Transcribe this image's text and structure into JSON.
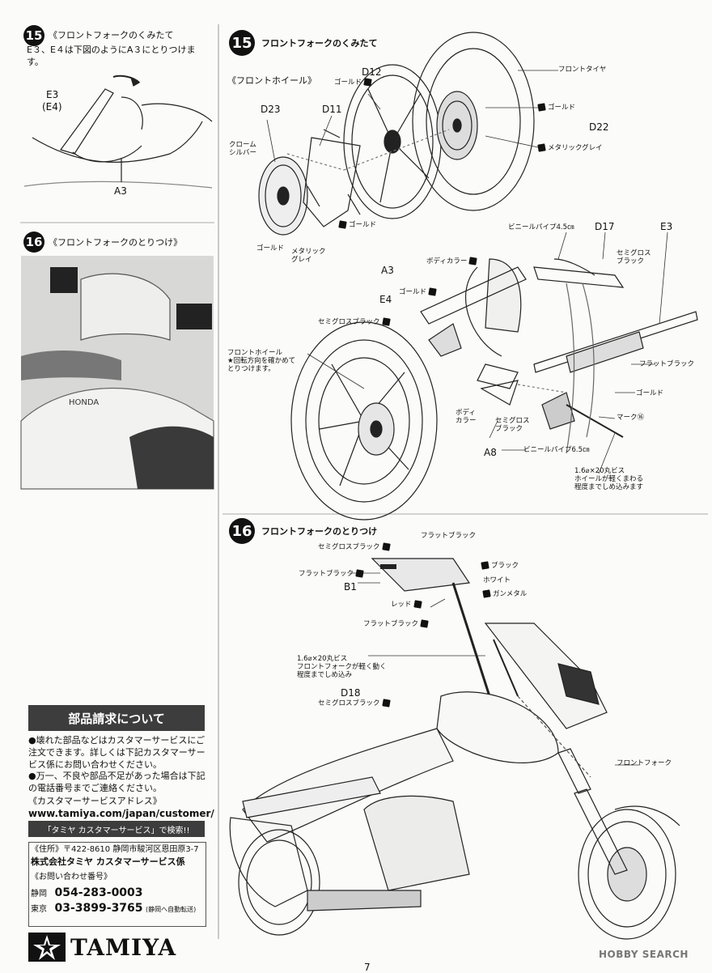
{
  "left_step15": {
    "number": "15",
    "title": "《フロントフォークのくみたて",
    "instruction": "E３、E４は下図のようにA３にとりつけます。",
    "labels": {
      "e3": "E3",
      "e4": "(E4)",
      "a3": "A3"
    }
  },
  "left_step16": {
    "number": "16",
    "title": "《フロントフォークのとりつけ》"
  },
  "step15": {
    "number": "15",
    "title": "フロントフォークのくみたて",
    "subtitle": "《フロントホイール》",
    "labels": {
      "d12": "D12",
      "gold_d12": "ゴールド",
      "front_tire": "フロントタイヤ",
      "d23": "D23",
      "d11": "D11",
      "gold_right": "ゴールド",
      "d22": "D22",
      "metallic_grey_right": "メタリックグレイ",
      "chrome_silver": "クローム\nシルバー",
      "gold_low": "ゴールド",
      "gold_bottom": "ゴールド",
      "metallic_grey_bottom": "メタリック\nグレイ",
      "vinyl_pipe_45": "ビニールパイプ4.5㎝",
      "d17": "D17",
      "e3": "E3",
      "semigloss_black_top": "セミグロス\nブラック",
      "body_color_top": "ボディカラー",
      "a3": "A3",
      "e4": "E4",
      "gold_e4": "ゴールド",
      "semigloss_black_mid": "セミグロスブラック",
      "front_wheel_note": "フロントホイール\n★回転方向を確かめて\nとりつけます。",
      "flat_black": "フラットブラック",
      "gold_fork": "ゴールド",
      "mark16": "マーク⑯",
      "body_color_low": "ボディ\nカラー",
      "semigloss_black_low": "セミグロス\nブラック",
      "a8": "A8",
      "vinyl_pipe_65": "ビニールパイプ6.5㎝",
      "screw_note": "1.6⌀×20丸ビス\nホイールが軽くまわる\n程度までしめ込みます"
    }
  },
  "step16": {
    "number": "16",
    "title": "フロントフォークのとりつけ",
    "labels": {
      "flat_black_top": "フラットブラック",
      "semigloss_black": "セミグロスブラック",
      "black": "ブラック",
      "flat_black_left": "フラットブラック",
      "white": "ホワイト",
      "b1": "B1",
      "gunmetal": "ガンメタル",
      "red": "レッド",
      "flat_black_low": "フラットブラック",
      "screw_note": "1.6⌀×20丸ビス\nフロントフォークが軽く動く\n程度までしめ込み",
      "d18": "D18",
      "semigloss_black_d18": "セミグロスブラック",
      "front_fork": "フロントフォーク"
    }
  },
  "parts_service": {
    "heading": "部品請求について",
    "bullet1": "●壊れた部品などはカスタマーサービスにご注文できます。詳しくは下記カスタマーサービス係にお問い合わせください。",
    "bullet2": "●万一、不良や部品不足があった場合は下記の電話番号までご連絡ください。",
    "address_label": "《カスタマーサービスアドレス》",
    "url": "www.tamiya.com/japan/customer/",
    "search_note": "「タミヤ カスタマーサービス」で検索!!",
    "address_title": "《住所》",
    "address": "〒422-8610 静岡市駿河区恩田原3-7",
    "company": "株式会社タミヤ カスタマーサービス係",
    "phone_title": "《お問い合わせ番号》",
    "shizuoka_label": "静岡",
    "shizuoka_phone": "054-283-0003",
    "tokyo_label": "東京",
    "tokyo_phone": "03-3899-3765",
    "tokyo_note": "(静岡へ自動転送)"
  },
  "brand": {
    "name": "TAMIYA"
  },
  "watermark": {
    "text": "HOBBY SEARCH"
  },
  "page_number": "7"
}
